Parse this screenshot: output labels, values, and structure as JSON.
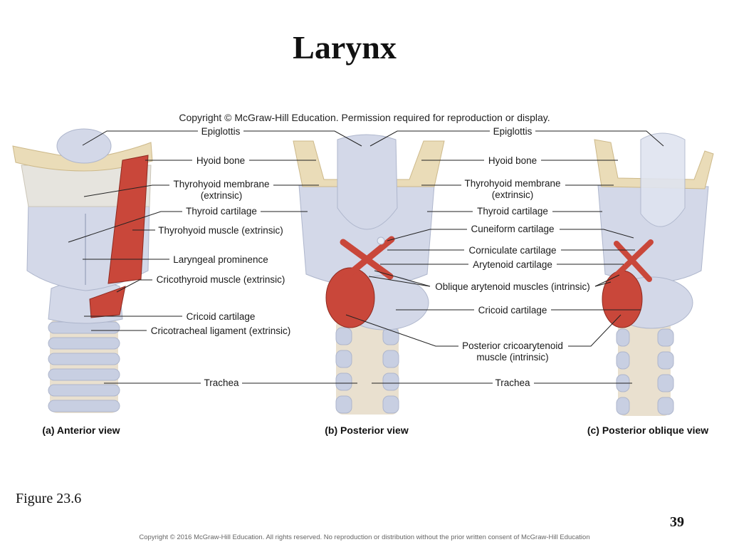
{
  "slide": {
    "title": "Larynx",
    "copyright_top": "Copyright © McGraw-Hill Education. Permission required for reproduction or display.",
    "figure_ref": "Figure 23.6",
    "page_number": "39",
    "copyright_bottom": "Copyright © 2016 McGraw-Hill Education. All rights reserved. No reproduction or distribution without the prior written consent of McGraw-Hill Education"
  },
  "views": {
    "anterior": "(a) Anterior view",
    "posterior": "(b) Posterior view",
    "oblique": "(c) Posterior oblique view"
  },
  "labels": {
    "left": {
      "epiglottis": "Epiglottis",
      "hyoid": "Hyoid bone",
      "thyrohyoid_membrane_1": "Thyrohyoid membrane",
      "thyrohyoid_membrane_2": "(extrinsic)",
      "thyroid_cartilage": "Thyroid cartilage",
      "thyrohyoid_muscle": "Thyrohyoid muscle (extrinsic)",
      "laryngeal_prominence": "Laryngeal prominence",
      "cricothyroid_muscle": "Cricothyroid muscle (extrinsic)",
      "cricoid_cartilage": "Cricoid cartilage",
      "cricotracheal_ligament": "Cricotracheal ligament (extrinsic)",
      "trachea": "Trachea"
    },
    "right": {
      "epiglottis": "Epiglottis",
      "hyoid": "Hyoid bone",
      "thyrohyoid_membrane_1": "Thyrohyoid membrane",
      "thyrohyoid_membrane_2": "(extrinsic)",
      "thyroid_cartilage": "Thyroid cartilage",
      "cuneiform": "Cuneiform cartilage",
      "corniculate": "Corniculate cartilage",
      "arytenoid": "Arytenoid cartilage",
      "oblique_arytenoid": "Oblique arytenoid muscles (intrinsic)",
      "cricoid_cartilage": "Cricoid cartilage",
      "posterior_crico_1": "Posterior cricoarytenoid",
      "posterior_crico_2": "muscle (intrinsic)",
      "trachea": "Trachea"
    }
  },
  "colors": {
    "cartilage": "#d3d8e8",
    "cartilage_dark": "#aeb6cc",
    "bone": "#eadcb8",
    "muscle": "#c9473a",
    "membrane": "#e6e4de",
    "trachea_ring": "#c8cfe2",
    "trachea_gap": "#e9e0cf"
  }
}
